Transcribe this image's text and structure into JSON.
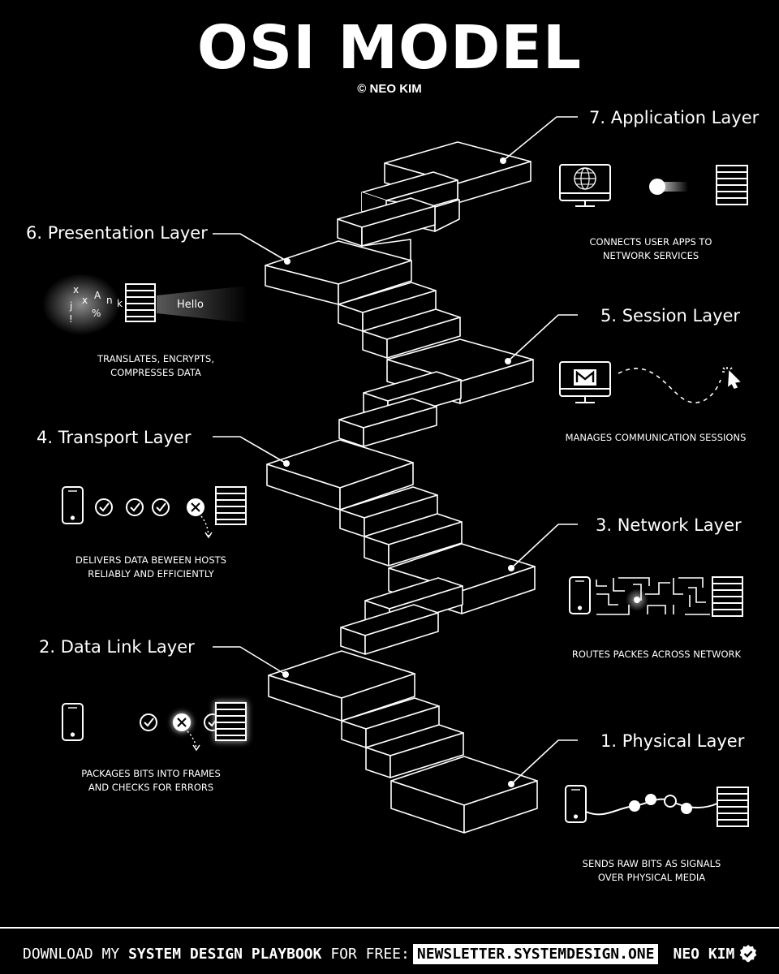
{
  "header": {
    "title": "OSI MODEL",
    "credit": "© NEO KIM"
  },
  "layers": [
    {
      "title": "1. Physical Layer",
      "desc_line1": "SENDS RAW BITS AS SIGNALS",
      "desc_line2": "OVER PHYSICAL MEDIA"
    },
    {
      "title": "2. Data Link Layer",
      "desc_line1": "PACKAGES BITS INTO FRAMES",
      "desc_line2": "AND CHECKS FOR ERRORS"
    },
    {
      "title": "3. Network Layer",
      "desc_line1": "ROUTES PACKES ACROSS NETWORK",
      "desc_line2": ""
    },
    {
      "title": "4. Transport Layer",
      "desc_line1": "DELIVERS DATA BEWEEN HOSTS",
      "desc_line2": "RELIABLY  AND EFFICIENTLY"
    },
    {
      "title": "5. Session Layer",
      "desc_line1": "MANAGES COMMUNICATION SESSIONS",
      "desc_line2": ""
    },
    {
      "title": "6. Presentation Layer",
      "desc_line1": "TRANSLATES, ENCRYPTS,",
      "desc_line2": "COMPRESSES DATA"
    },
    {
      "title": "7. Application Layer",
      "desc_line1": "CONNECTS USER APPS TO",
      "desc_line2": "NETWORK SERVICES"
    }
  ],
  "presentation_icon": {
    "output_text": "Hello",
    "scrambled_chars": [
      "x",
      "A",
      "j",
      "x",
      "n",
      "k",
      "%",
      "!"
    ]
  },
  "application_icon": {
    "browser_text": "WWW"
  },
  "icons": {
    "device": "smartphone-icon",
    "server": "server-rack-icon",
    "computer": "monitor-icon",
    "mail": "mail-icon",
    "globe": "globe-icon",
    "check": "check-circle-icon",
    "error": "x-circle-icon",
    "cursor": "click-cursor-icon",
    "maze": "maze-route-icon",
    "verified": "verified-badge-icon"
  },
  "footer": {
    "prefix": "DOWNLOAD MY",
    "bold": "SYSTEM DESIGN PLAYBOOK",
    "suffix": "FOR FREE:",
    "link": "NEWSLETTER.SYSTEMDESIGN.ONE",
    "author": "NEO KIM"
  },
  "colors": {
    "background": "#000000",
    "foreground": "#ffffff"
  }
}
